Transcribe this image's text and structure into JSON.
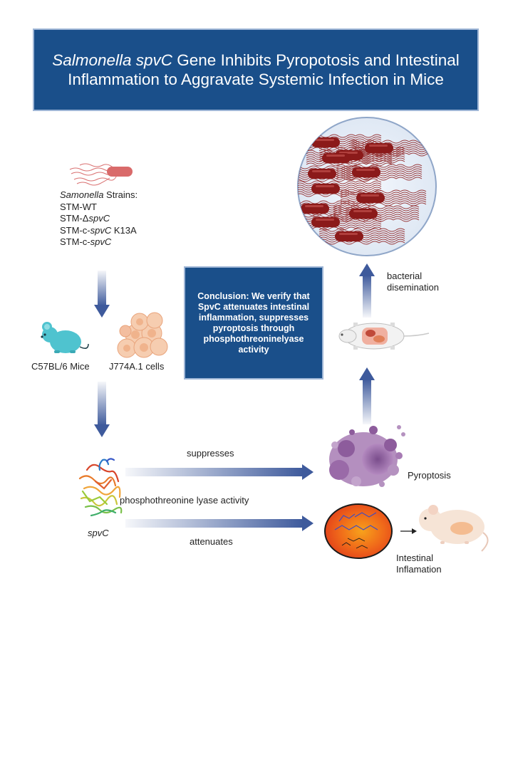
{
  "title": {
    "italic": "Salmonella spvC",
    "line1_rest": " Gene Inhibits Pyropotosis and Intestinal",
    "line2": "Inflammation to Aggravate Systemic Infection in Mice"
  },
  "strains": {
    "heading_italic": "Samonella",
    "heading_rest": " Strains:",
    "item1": "STM-WT",
    "item2_prefix": "STM-Δ",
    "item2_italic": "spvC",
    "item3_prefix": "STM-c-",
    "item3_italic": "spvC",
    "item3_suffix": " K13A",
    "item4_prefix": "STM-c-",
    "item4_italic": "spvC"
  },
  "labels": {
    "mice": "C57BL/6 Mice",
    "cells": "J774A.1 cells",
    "spvc": "spvC",
    "suppresses": "suppresses",
    "activity": "phosphothreonine lyase activity",
    "attenuates": "attenuates",
    "pyroptosis": "Pyroptosis",
    "intestinal1": "Intestinal",
    "intestinal2": "Inflamation",
    "bacterial1": "bacterial",
    "bacterial2": "disemination"
  },
  "conclusion": "Conclusion: We verify that SpvC attenuates intestinal inflammation, suppresses pyroptosis through phosphothreoninelyase activity",
  "colors": {
    "title_bg": "#1a4f8a",
    "arrow": "#3e5a9c",
    "bacteria": "#8b1a1a",
    "mouse_teal": "#4fc3cf",
    "cell_peach": "#f4c4a4",
    "pyro_purple": "#9a6aa8"
  }
}
